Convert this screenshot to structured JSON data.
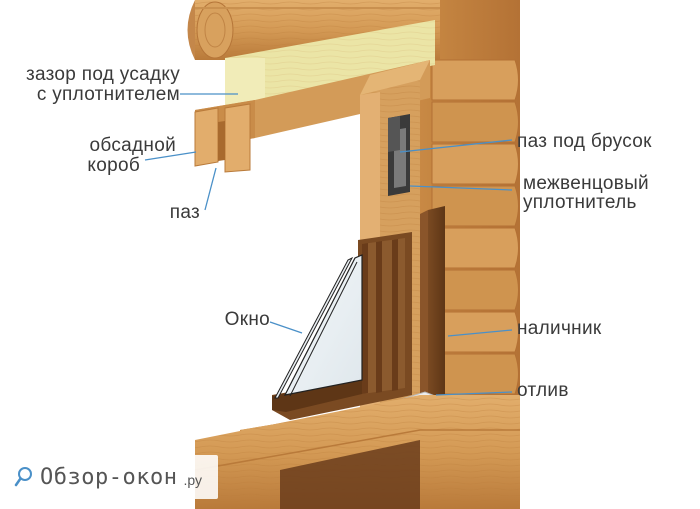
{
  "labels": {
    "gap_shrink": [
      "зазор под усадку",
      "с уплотнителем"
    ],
    "casing_box": [
      "обсадной",
      "короб"
    ],
    "groove": "паз",
    "groove_bar": "паз под брусок",
    "sealant": [
      "межвенцовый",
      "уплотнитель"
    ],
    "window": "Окно",
    "trim": "наличник",
    "drip": "отлив"
  },
  "watermark": {
    "text": "Обзор-окон",
    "tld": ".ру"
  },
  "colors": {
    "wood_light": "#d9a25e",
    "wood_mid": "#c98a45",
    "wood_dark": "#a8692c",
    "insulation": "#e9e3a4",
    "frame_dark": "#6b3d1c",
    "leader": "#4a90c8",
    "text": "#3a3a3a"
  }
}
